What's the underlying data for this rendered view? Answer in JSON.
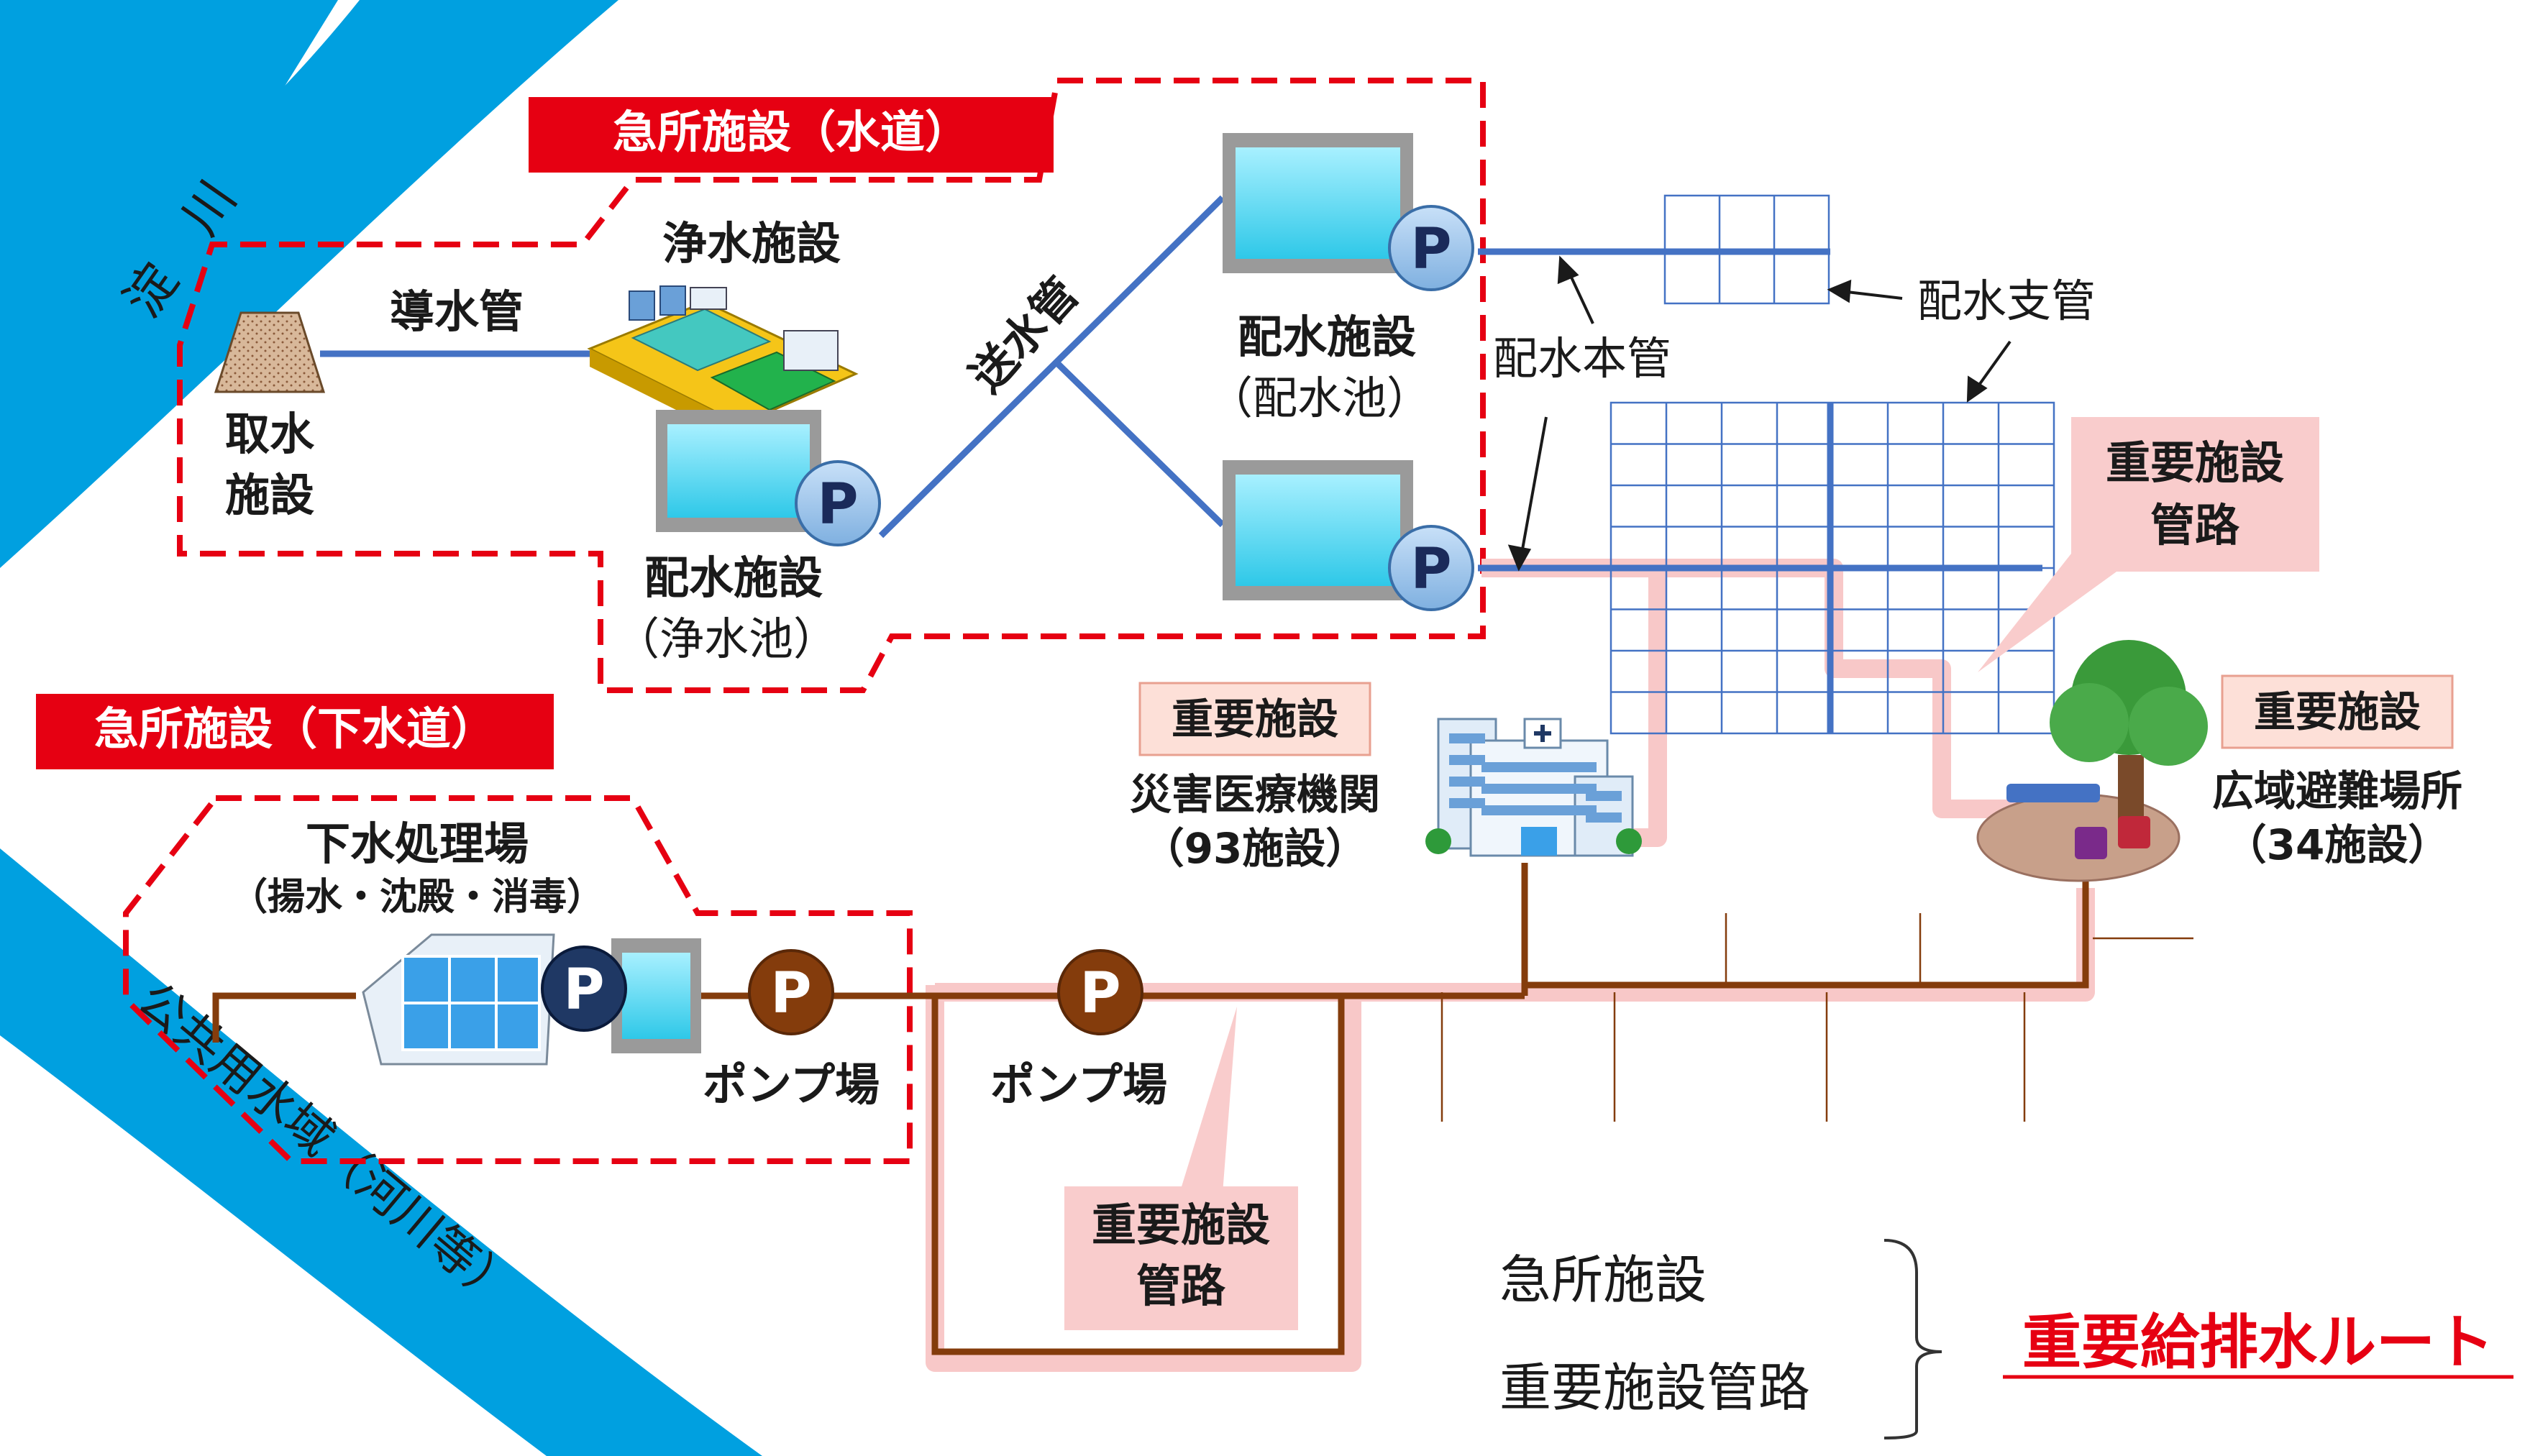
{
  "rivers": {
    "top": "淀　川",
    "bottom": "公共用水域（河川等）"
  },
  "water": {
    "critical_label": "急所施設（水道）",
    "intake": "取水",
    "intake2": "施設",
    "conduit": "導水管",
    "purification": "浄水施設",
    "distribution_left": "配水施設",
    "distribution_left_sub": "（浄水池）",
    "transmission": "送水管",
    "distribution_right": "配水施設",
    "distribution_right_sub": "（配水池）",
    "main_pipe": "配水本管",
    "branch_pipe": "配水支管",
    "pump_symbol": "P"
  },
  "sewer": {
    "critical_label": "急所施設（下水道）",
    "treatment": "下水処理場",
    "treatment_sub": "（揚水・沈殿・消毒）",
    "pump_station": "ポンプ場",
    "pump_station2": "ポンプ場"
  },
  "important": {
    "facility_tag": "重要施設",
    "pipe_label_line1": "重要施設",
    "pipe_label_line2": "管路",
    "hospital": "災害医療機関",
    "hospital_count": "（93施設）",
    "evac": "広域避難場所",
    "evac_count": "（34施設）"
  },
  "legend": {
    "item1": "急所施設",
    "item2": "重要施設管路",
    "result": "重要給排水ルート"
  },
  "colors": {
    "river": "#00A0E0",
    "red_dash": "#E60012",
    "water_pipe": "#4472C4",
    "sewer_pipe": "#843C0C",
    "pink_band": "#F8C8C8",
    "pink_callout": "#F9CCCC"
  }
}
